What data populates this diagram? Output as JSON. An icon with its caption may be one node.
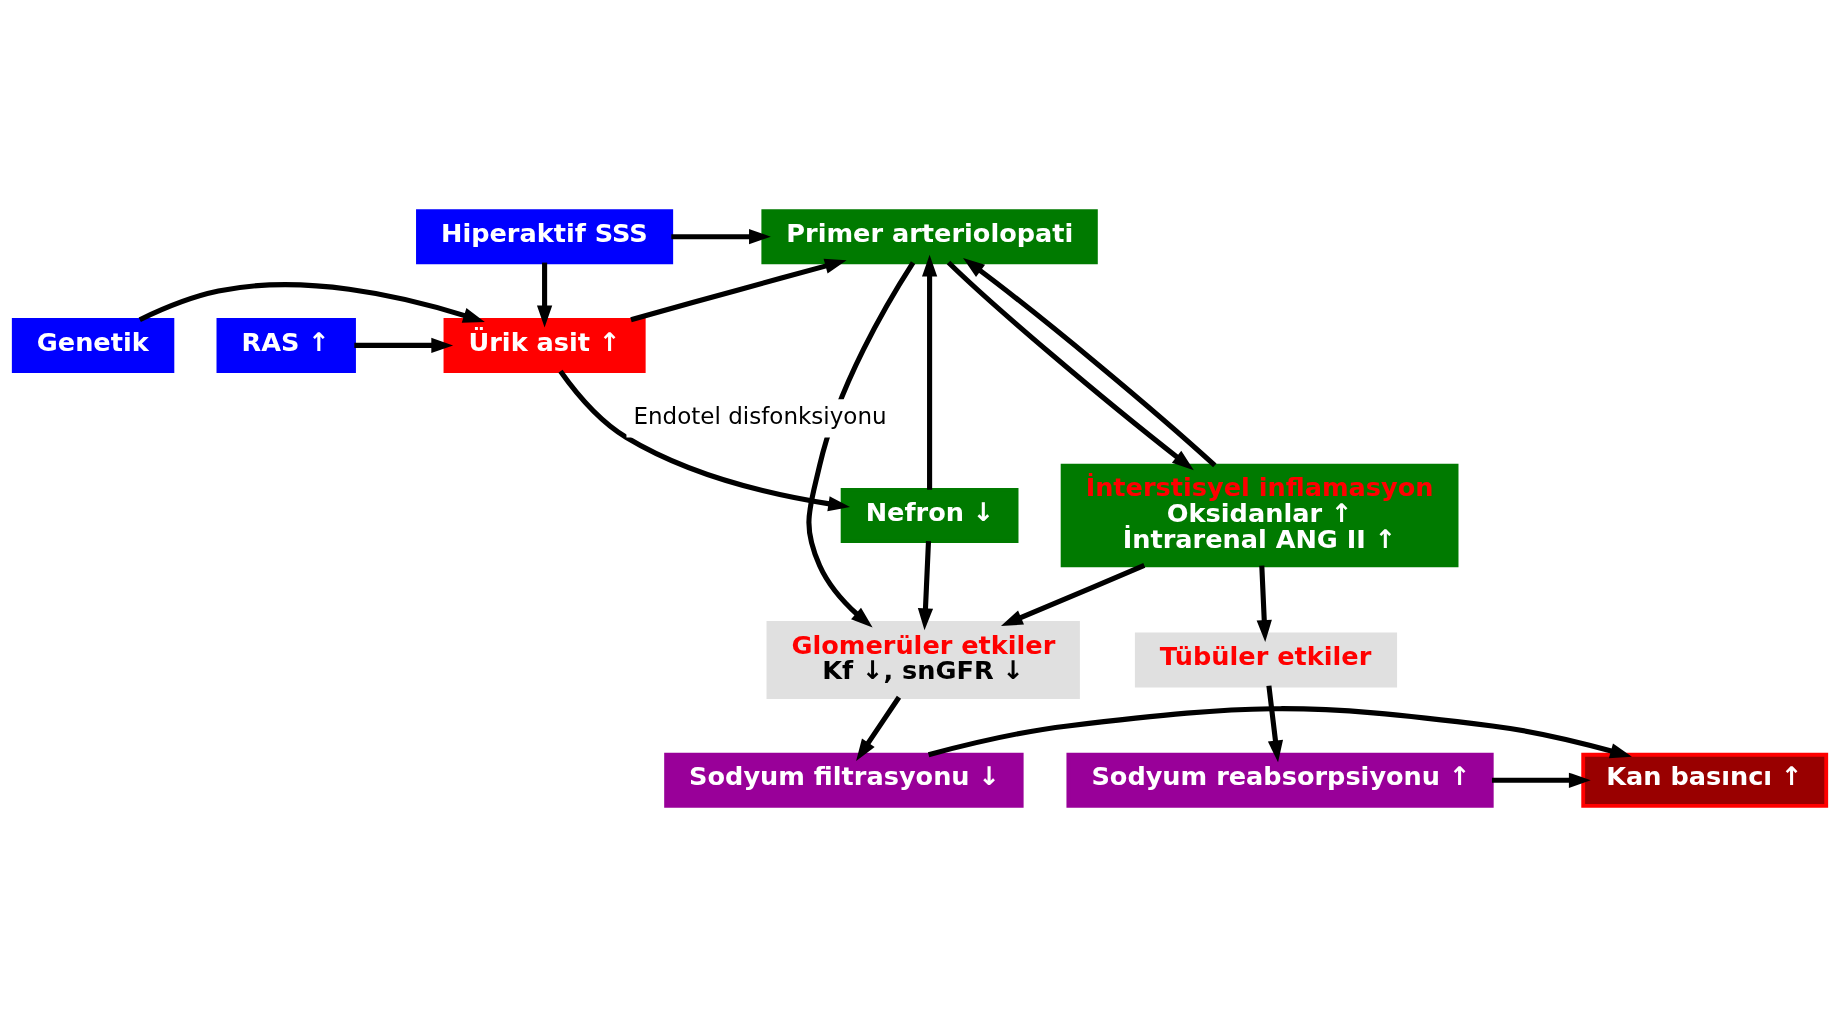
{
  "diagram": {
    "nodes": [
      {
        "text": [
          "Hiperaktif SSS"
        ]
      },
      {
        "text": [
          "Primer arteriolopati"
        ]
      },
      {
        "text": [
          "Genetik"
        ]
      },
      {
        "text": [
          "Ürik asit ↑"
        ]
      },
      {
        "text": [
          "RAS ↑"
        ]
      },
      {
        "text": [
          "İnterstisyel inflamasyon",
          "Oksidanlar ↑",
          "İntrarenal ANG II ↑"
        ]
      },
      {
        "text": [
          "Nefron ↓"
        ]
      },
      {
        "text": [
          "Glomerüler etkiler",
          "Kf ↓, snGFR ↓"
        ]
      },
      {
        "text": [
          "Tübüler etkiler"
        ]
      },
      {
        "text": [
          "Sodyum filtrasyonu ↓"
        ]
      },
      {
        "text": [
          "Kan basıncı ↑"
        ]
      },
      {
        "text": [
          "Sodyum reabsorpsiyonu ↑"
        ]
      }
    ],
    "edges": [
      {
        "from": 0,
        "to": 1,
        "arrow": "to"
      },
      {
        "from": 0,
        "to": 3,
        "arrow": "to"
      },
      {
        "from": 2,
        "to": 3,
        "arrow": "to"
      },
      {
        "from": 4,
        "to": 3,
        "arrow": "to"
      },
      {
        "from": 3,
        "to": 1,
        "arrow": "to"
      },
      {
        "from": 3,
        "to": 6,
        "arrow": "to",
        "label": "Endotel disfonksiyonu"
      },
      {
        "from": 6,
        "to": 1,
        "arrow": "to"
      },
      {
        "from": 1,
        "to": 7,
        "arrow": "to"
      },
      {
        "from": 1,
        "to": 5,
        "arrow": "to"
      },
      {
        "from": 5,
        "to": 1,
        "arrow": "to"
      },
      {
        "from": 5,
        "to": 7,
        "arrow": "to"
      },
      {
        "from": 6,
        "to": 7,
        "arrow": "to"
      },
      {
        "from": 5,
        "to": 8,
        "arrow": "to"
      },
      {
        "from": 7,
        "to": 9,
        "arrow": "to"
      },
      {
        "from": 8,
        "to": 11,
        "arrow": "to"
      },
      {
        "from": 9,
        "to": 10,
        "arrow": "to"
      },
      {
        "from": 11,
        "to": 10,
        "arrow": "to"
      }
    ]
  }
}
